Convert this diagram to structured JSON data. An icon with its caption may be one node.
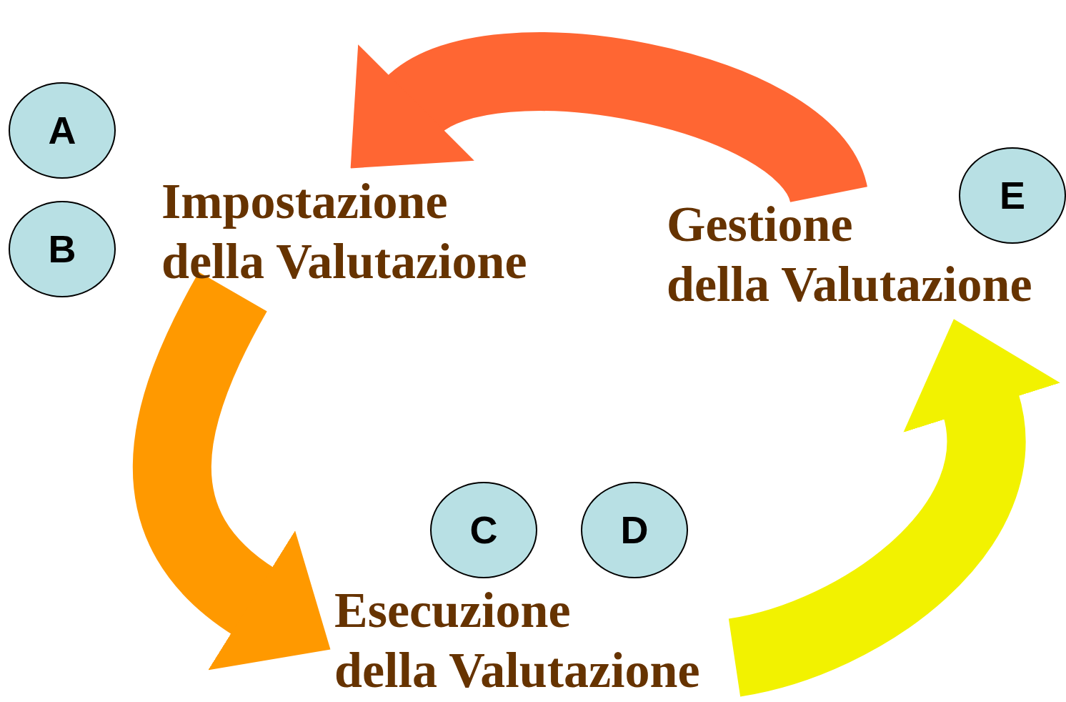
{
  "diagram": {
    "nodes": [
      {
        "text": [
          "A"
        ]
      },
      {
        "text": [
          "B"
        ]
      },
      {
        "text": [
          "Impostazione della Valutazione"
        ]
      },
      {
        "text": [
          "Gestione della Valutazione"
        ]
      },
      {
        "text": [
          "E"
        ]
      },
      {
        "text": [
          "C"
        ]
      },
      {
        "text": [
          "D"
        ]
      },
      {
        "text": [
          "Esecuzione della Valutazione"
        ]
      }
    ],
    "edges": [
      {
        "from": 3,
        "to": 2,
        "arrow": "to",
        "color": "#ff6633"
      },
      {
        "from": 2,
        "to": 7,
        "arrow": "to",
        "color": "#ff9900"
      },
      {
        "from": 7,
        "to": 3,
        "arrow": "to",
        "color": "#f2f200"
      }
    ]
  }
}
